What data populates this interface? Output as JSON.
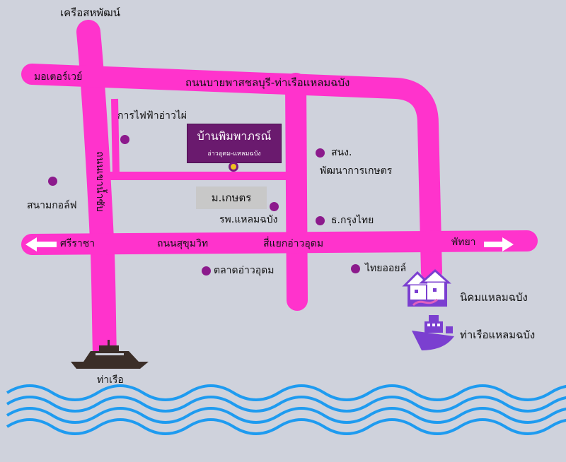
{
  "colors": {
    "background": "#cfd2dc",
    "road": "#ff33cc",
    "poi_dot": "#8c1a8c",
    "title_bg": "#6a1a6e",
    "water": "#1e9bf0",
    "ship": "#3b2e28",
    "icon_purple": "#7b3fd0"
  },
  "title": {
    "name": "บ้านพิมพาภรณ์",
    "subtitle": "อ่าวอุดม-แหลมฉบัง"
  },
  "roads": {
    "khrua_sahaphat": "เครือสหพัฒน์",
    "motorway": "มอเตอร์เวย์",
    "bypass": "ถนนบายพาสชลบุรี-ท่าเรือแหลมฉบัง",
    "khao_nam_sap": "ถนนเขาน้ำซับ",
    "sukhumvit": "ถนนสุขุมวิท",
    "si_racha": "ศรีราชา",
    "pattaya": "พัทยา",
    "ao_udom_junction": "สี่แยกอ่าวอุดม"
  },
  "places": {
    "egat": "การไฟฟ้าอ่าวไผ่",
    "golf": "สนามกอล์ฟ",
    "ors_line1": "สนง.",
    "ors_line2": "พัฒนาการเกษตร",
    "kaset_univ": "ม.เกษตร",
    "hospital": "รพ.แหลมฉบัง",
    "krungthai": "ธ.กรุงไทย",
    "market": "ตลาดอ่าวอุดม",
    "thaioil": "ไทยออยล์",
    "estate": "นิคมแหลมฉบัง",
    "lc_port": "ท่าเรือแหลมฉบัง",
    "pier": "ท่าเรือ"
  },
  "icons": {
    "arrow_left": "arrow-left-icon",
    "arrow_right": "arrow-right-icon",
    "estate": "houses-icon",
    "lc_port": "ship-icon",
    "pier": "boat-icon",
    "location": "location-marker-icon"
  }
}
